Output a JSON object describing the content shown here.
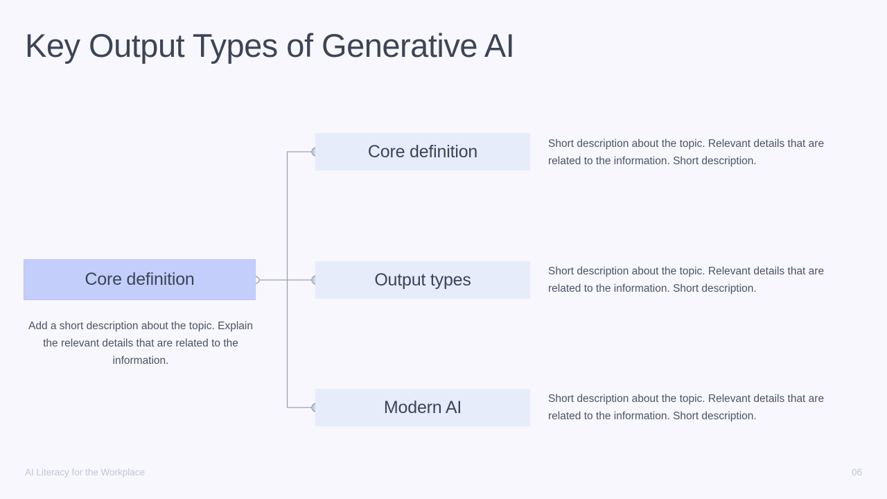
{
  "slide": {
    "title": "Key Output Types of Generative AI",
    "background_color": "#f7f7fd"
  },
  "root": {
    "label": "Core definition",
    "description": "Add a short description about the topic. Explain the relevant details that are related to the information.",
    "fill_color": "#c3cefb",
    "border_color": "#b9c5f7"
  },
  "branches": [
    {
      "label": "Core definition",
      "description": "Short description about the topic. Relevant details that are related to the information. Short description.",
      "fill_color": "#e7ecfa"
    },
    {
      "label": "Output types",
      "description": "Short description about the topic. Relevant details that are related to the information. Short description.",
      "fill_color": "#e7ecfa"
    },
    {
      "label": "Modern AI",
      "description": "Short description about the topic. Relevant details that are related to the information. Short description.",
      "fill_color": "#e7ecfa"
    }
  ],
  "connector": {
    "line_color": "#9aa0b4",
    "node_fill": "#ffffff",
    "branch_node_fill": "#c8d2f7",
    "node_stroke": "#8f96ad"
  },
  "footer": {
    "label": "AI Literacy for the Workplace",
    "page_number": "06",
    "text_color": "#c2c6d6"
  }
}
